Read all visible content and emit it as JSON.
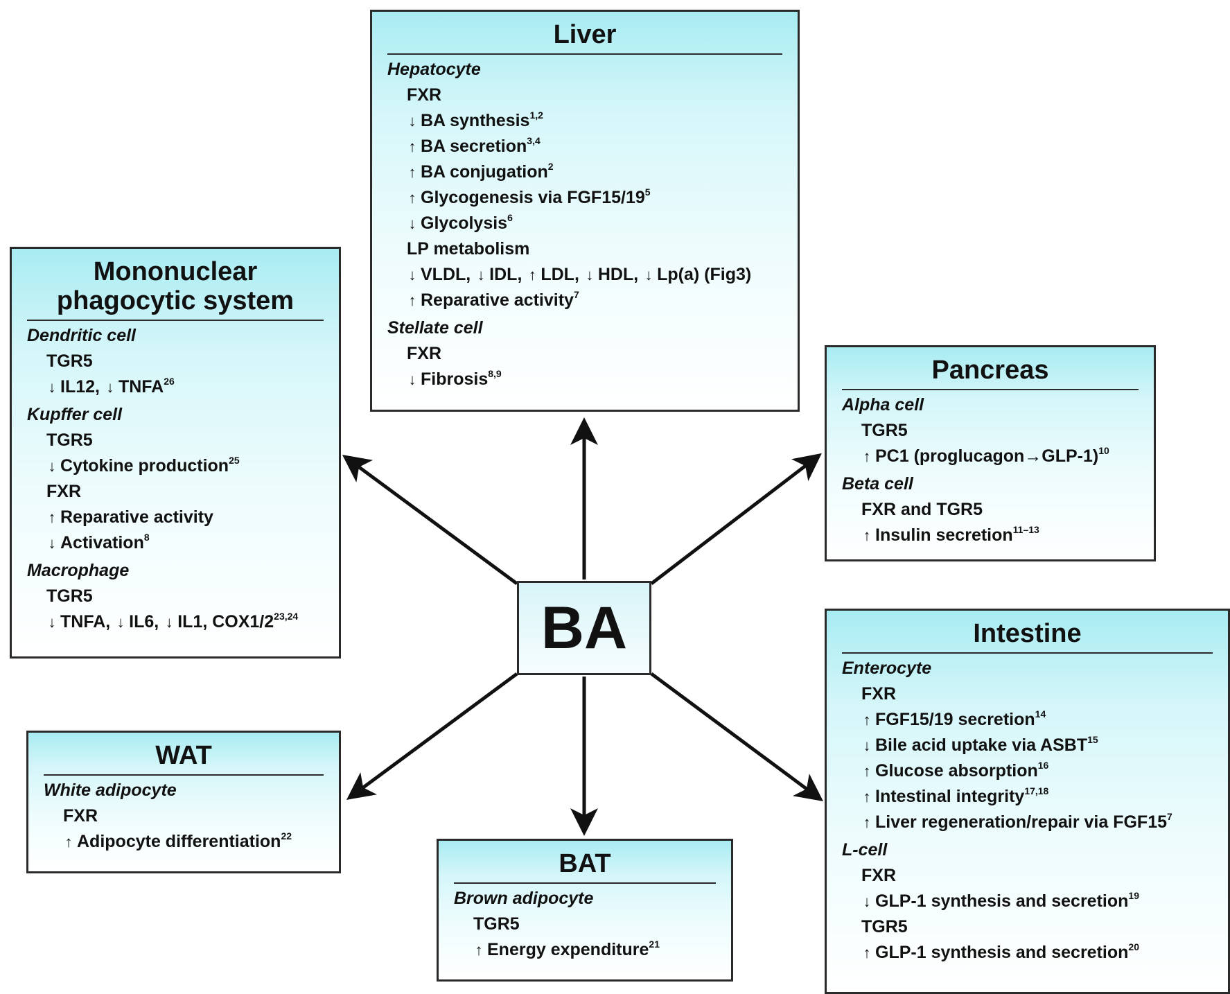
{
  "center": {
    "label": "BA"
  },
  "boxes": {
    "liver": {
      "title": [
        "Liver"
      ],
      "sections": [
        {
          "cell": "Hepatocyte",
          "groups": [
            {
              "receptor": "FXR",
              "effects": [
                [
                  {
                    "dir": "down",
                    "text": "BA synthesis",
                    "sup": "1,2"
                  }
                ],
                [
                  {
                    "dir": "up",
                    "text": "BA secretion",
                    "sup": "3,4"
                  }
                ],
                [
                  {
                    "dir": "up",
                    "text": "BA conjugation",
                    "sup": "2"
                  }
                ],
                [
                  {
                    "dir": "up",
                    "text": "Glycogenesis via FGF15/19",
                    "sup": "5"
                  }
                ],
                [
                  {
                    "dir": "down",
                    "text": "Glycolysis",
                    "sup": "6"
                  }
                ]
              ]
            },
            {
              "receptor": "LP metabolism",
              "effects": [
                [
                  {
                    "dir": "down",
                    "text": "VLDL,",
                    "sup": ""
                  },
                  {
                    "dir": "down",
                    "text": "IDL,",
                    "sup": ""
                  },
                  {
                    "dir": "up",
                    "text": "LDL,",
                    "sup": ""
                  },
                  {
                    "dir": "down",
                    "text": "HDL,",
                    "sup": ""
                  },
                  {
                    "dir": "down",
                    "text": "Lp(a) (Fig3)",
                    "sup": ""
                  }
                ],
                [
                  {
                    "dir": "up",
                    "text": "Reparative activity",
                    "sup": "7"
                  }
                ]
              ]
            }
          ]
        },
        {
          "cell": "Stellate cell",
          "groups": [
            {
              "receptor": "FXR",
              "effects": [
                [
                  {
                    "dir": "down",
                    "text": "Fibrosis",
                    "sup": "8,9"
                  }
                ]
              ]
            }
          ]
        }
      ]
    },
    "mps": {
      "title": [
        "Mononuclear",
        "phagocytic system"
      ],
      "sections": [
        {
          "cell": "Dendritic cell",
          "groups": [
            {
              "receptor": "TGR5",
              "effects": [
                [
                  {
                    "dir": "down",
                    "text": "IL12,",
                    "sup": ""
                  },
                  {
                    "dir": "down",
                    "text": "TNFA",
                    "sup": "26"
                  }
                ]
              ]
            }
          ]
        },
        {
          "cell": "Kupffer cell",
          "groups": [
            {
              "receptor": "TGR5",
              "effects": [
                [
                  {
                    "dir": "down",
                    "text": "Cytokine production",
                    "sup": "25"
                  }
                ]
              ]
            },
            {
              "receptor": "FXR",
              "effects": [
                [
                  {
                    "dir": "up",
                    "text": "Reparative activity",
                    "sup": ""
                  }
                ],
                [
                  {
                    "dir": "down",
                    "text": "Activation",
                    "sup": "8"
                  }
                ]
              ]
            }
          ]
        },
        {
          "cell": "Macrophage",
          "groups": [
            {
              "receptor": "TGR5",
              "effects": [
                [
                  {
                    "dir": "down",
                    "text": "TNFA,",
                    "sup": ""
                  },
                  {
                    "dir": "down",
                    "text": "IL6,",
                    "sup": ""
                  },
                  {
                    "dir": "down",
                    "text": "IL1, COX1/2",
                    "sup": "23,24"
                  }
                ]
              ]
            }
          ]
        }
      ]
    },
    "pancreas": {
      "title": [
        "Pancreas"
      ],
      "sections": [
        {
          "cell": "Alpha cell",
          "groups": [
            {
              "receptor": "TGR5",
              "effects": [
                [
                  {
                    "dir": "up",
                    "text": "PC1 (proglucagon→GLP-1)",
                    "sup": "10"
                  }
                ]
              ]
            }
          ]
        },
        {
          "cell": "Beta cell",
          "groups": [
            {
              "receptor": "FXR and TGR5",
              "effects": [
                [
                  {
                    "dir": "up",
                    "text": "Insulin secretion",
                    "sup": "11–13"
                  }
                ]
              ]
            }
          ]
        }
      ]
    },
    "intestine": {
      "title": [
        "Intestine"
      ],
      "sections": [
        {
          "cell": "Enterocyte",
          "groups": [
            {
              "receptor": "FXR",
              "effects": [
                [
                  {
                    "dir": "up",
                    "text": "FGF15/19 secretion",
                    "sup": "14"
                  }
                ],
                [
                  {
                    "dir": "down",
                    "text": "Bile acid uptake via ASBT",
                    "sup": "15"
                  }
                ],
                [
                  {
                    "dir": "up",
                    "text": "Glucose absorption",
                    "sup": "16"
                  }
                ],
                [
                  {
                    "dir": "up",
                    "text": "Intestinal integrity",
                    "sup": "17,18"
                  }
                ],
                [
                  {
                    "dir": "up",
                    "text": "Liver regeneration/repair via FGF15",
                    "sup": "7"
                  }
                ]
              ]
            }
          ]
        },
        {
          "cell": "L-cell",
          "groups": [
            {
              "receptor": "FXR",
              "effects": [
                [
                  {
                    "dir": "down",
                    "text": "GLP-1 synthesis and secretion",
                    "sup": "19"
                  }
                ]
              ]
            },
            {
              "receptor": "TGR5",
              "effects": [
                [
                  {
                    "dir": "up",
                    "text": "GLP-1 synthesis and secretion",
                    "sup": "20"
                  }
                ]
              ]
            }
          ]
        }
      ]
    },
    "wat": {
      "title": [
        "WAT"
      ],
      "sections": [
        {
          "cell": "White adipocyte",
          "groups": [
            {
              "receptor": "FXR",
              "effects": [
                [
                  {
                    "dir": "up",
                    "text": "Adipocyte differentiation",
                    "sup": "22"
                  }
                ]
              ]
            }
          ]
        }
      ]
    },
    "bat": {
      "title": [
        "BAT"
      ],
      "sections": [
        {
          "cell": "Brown adipocyte",
          "groups": [
            {
              "receptor": "TGR5",
              "effects": [
                [
                  {
                    "dir": "up",
                    "text": "Energy expenditure",
                    "sup": "21"
                  }
                ]
              ]
            }
          ]
        }
      ]
    }
  }
}
